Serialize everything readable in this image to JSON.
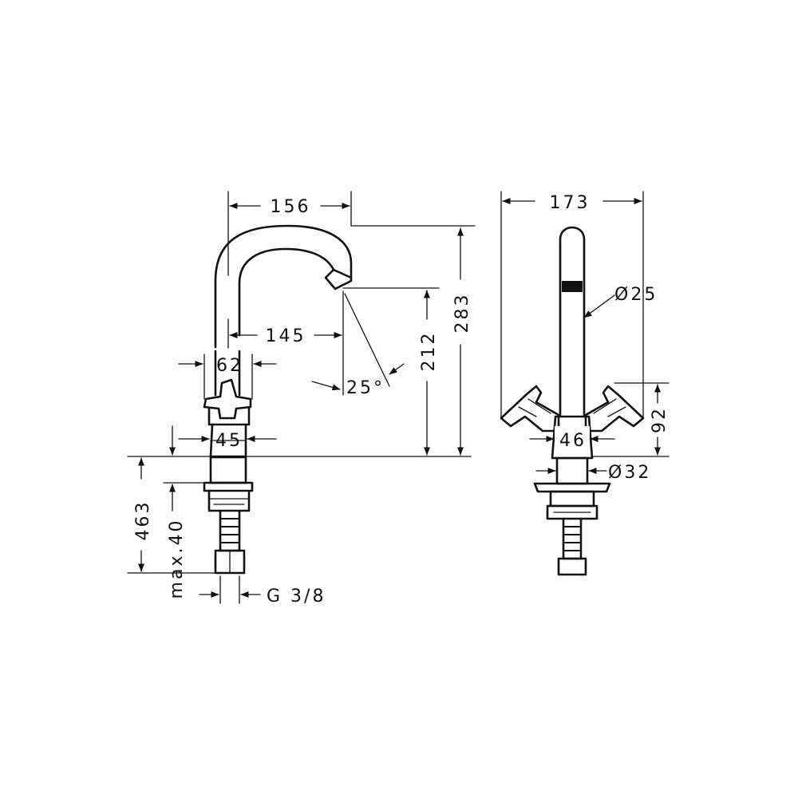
{
  "side_view": {
    "dim_spout_reach": "156",
    "dim_spout_offset": "145",
    "dim_handle_width": "62",
    "dim_body_width": "45",
    "dim_angle": "25°",
    "dim_spout_height": "212",
    "dim_total_height": "283",
    "dim_shank_length": "463",
    "dim_max_thickness": "max.40",
    "dim_thread": "G 3/8"
  },
  "front_view": {
    "dim_handle_span": "173",
    "dim_spout_diameter": "Ø25",
    "dim_handle_height": "92",
    "dim_body_width": "46",
    "dim_base_diameter": "Ø32"
  },
  "colors": {
    "line": "#111111",
    "background": "#ffffff"
  }
}
